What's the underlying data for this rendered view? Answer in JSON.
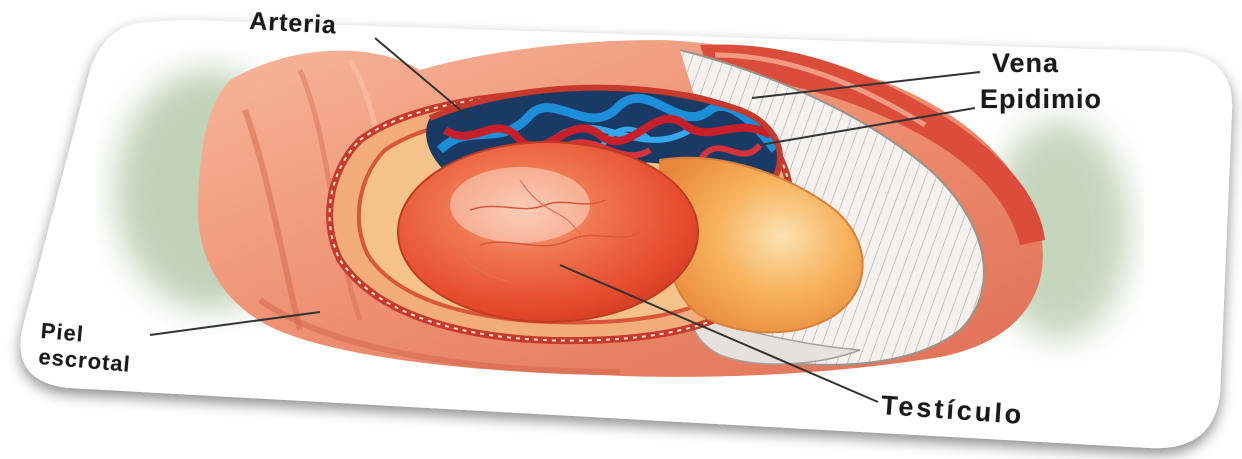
{
  "labels": {
    "arteria": "Arteria",
    "vena": "Vena",
    "epidimio": "Epidimio",
    "piel_line1": "Piel",
    "piel_line2": "escrotal",
    "testiculo": "Testículo"
  },
  "colors": {
    "card_background": "#ffffff",
    "tissue_background": "#e88a6a",
    "testicle": "#e8542f",
    "epididymis": "#f4a24a",
    "artery": "#c8202a",
    "vein": "#1d8fd8",
    "tunica_stripes": "#c9c2bd",
    "surrounding_glow": "#8fae7e",
    "label_text": "#1a1a1a",
    "leader_lines": "#333333"
  }
}
